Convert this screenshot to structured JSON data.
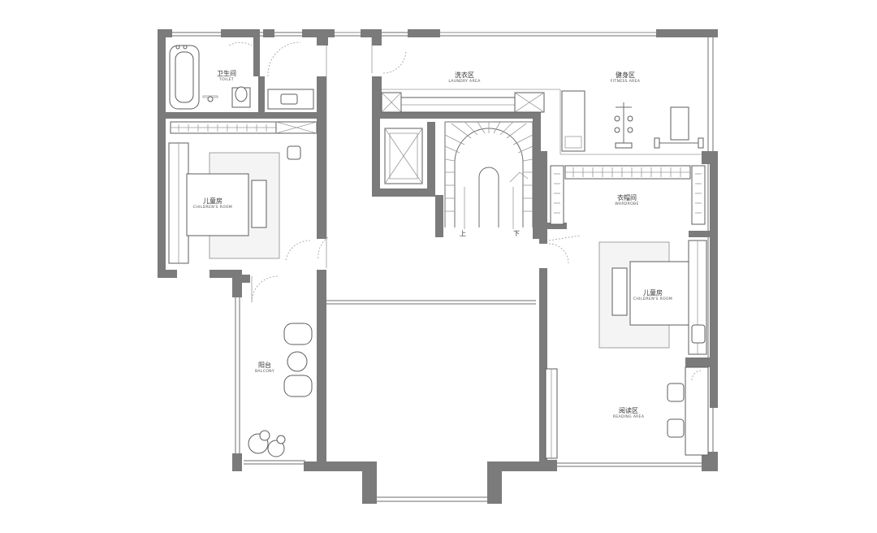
{
  "rooms": {
    "toilet": {
      "cn": "卫生间",
      "en": "TOILET"
    },
    "laundry": {
      "cn": "洗衣区",
      "en": "LAUNDRY AREA"
    },
    "fitness": {
      "cn": "健身区",
      "en": "FITNESS AREA"
    },
    "children_left": {
      "cn": "儿童房",
      "en": "CHILDREN'S ROOM"
    },
    "wardrobe": {
      "cn": "衣帽间",
      "en": "WARDROBE"
    },
    "children_right": {
      "cn": "儿童房",
      "en": "CHILDREN'S ROOM"
    },
    "balcony": {
      "cn": "阳台",
      "en": "BALCONY"
    },
    "reading": {
      "cn": "阅读区",
      "en": "READING AREA"
    }
  },
  "stairs": {
    "up": "上",
    "down": "下"
  }
}
